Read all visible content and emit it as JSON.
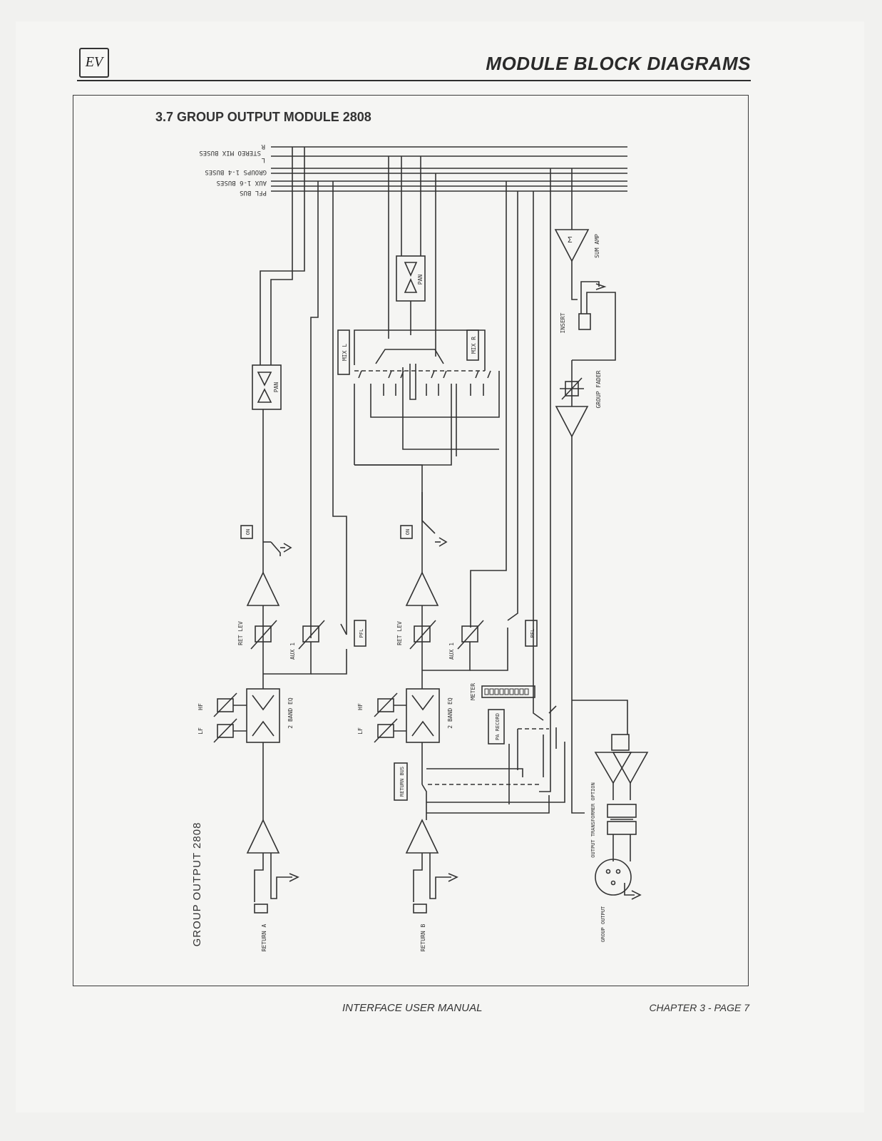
{
  "header": {
    "logo": "EV",
    "title": "MODULE BLOCK DIAGRAMS"
  },
  "section": {
    "title": "3.7 GROUP OUTPUT MODULE 2808"
  },
  "diagram": {
    "side_title": "GROUP OUTPUT 2808",
    "buses": {
      "r": "R",
      "stereo_mix": "STEREO MIX BUSES",
      "l": "L",
      "groups": "GROUPS 1-4 BUSES",
      "aux": "AUX 1-6 BUSES",
      "pfl": "PFL BUS"
    },
    "blocks": {
      "pan_upper": "PAN",
      "pan_lower": "PAN",
      "mix_l": "MIX L",
      "mix_r": "MIX R",
      "sum_amp": "SUM AMP",
      "insert": "INSERT",
      "group_fader": "GROUP FADER",
      "on_a": "ON",
      "on_b": "ON",
      "ret_lev_a": "RET LEV",
      "ret_lev_b": "RET LEV",
      "aux_a": "AUX 1",
      "aux_b": "AUX 1",
      "pfl_a": "PFL",
      "pfl_b": "PFL",
      "hf_a": "HF",
      "lf_a": "LF",
      "hf_b": "HF",
      "lf_b": "LF",
      "eq_a": "2 BAND EQ",
      "eq_b": "2 BAND EQ",
      "meter": "METER",
      "pa_record": "PA RECORD",
      "return_bus": "RETURN BUS",
      "return_a": "RETURN A",
      "return_b": "RETURN B",
      "transformer": "OUTPUT TRANSFORMER OPTION",
      "group_output": "GROUP OUTPUT"
    }
  },
  "footer": {
    "manual": "INTERFACE USER MANUAL",
    "page": "CHAPTER 3 - PAGE 7"
  }
}
